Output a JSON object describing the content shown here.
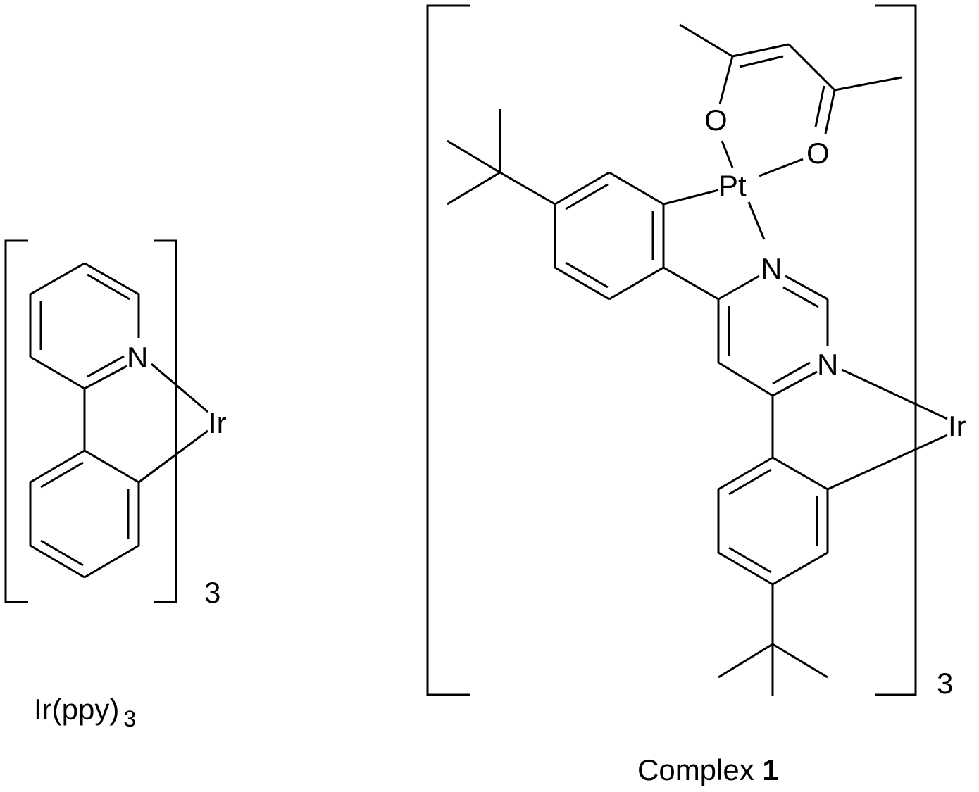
{
  "molecule_left": {
    "atoms": {
      "N": "N",
      "Ir": "Ir"
    },
    "multiplier": "3",
    "caption_main": "Ir(ppy)",
    "caption_sub": "3"
  },
  "molecule_right": {
    "atoms": {
      "Pt": "Pt",
      "O1": "O",
      "O2": "O",
      "N1": "N",
      "N2": "N",
      "Ir": "Ir"
    },
    "multiplier": "3",
    "caption_main": "Complex ",
    "caption_bold": "1"
  }
}
